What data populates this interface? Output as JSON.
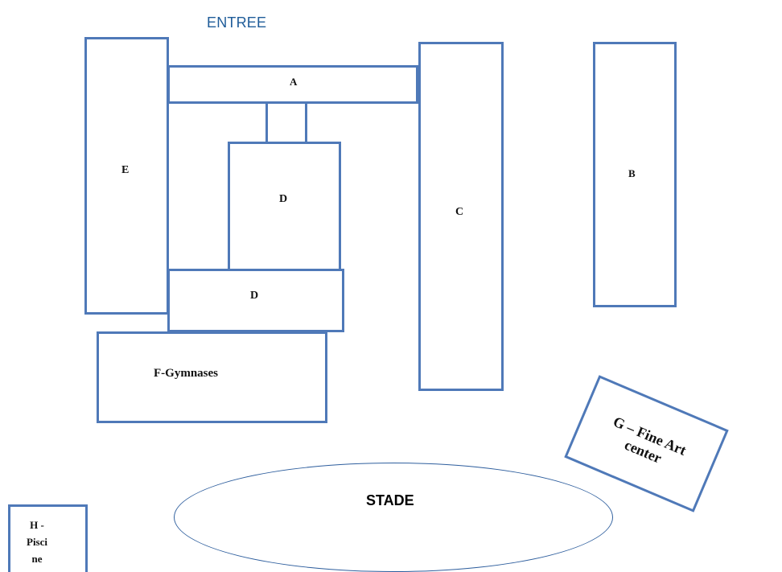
{
  "map": {
    "entrance": "ENTREE",
    "buildings": {
      "A": "A",
      "B": "B",
      "C": "C",
      "D_upper": "D",
      "D_lower": "D",
      "E": "E",
      "F": "F-Gymnases",
      "G": "G – Fine Art\ncenter",
      "H": "H -\nPisci\nne"
    },
    "stadium": "STADE"
  }
}
